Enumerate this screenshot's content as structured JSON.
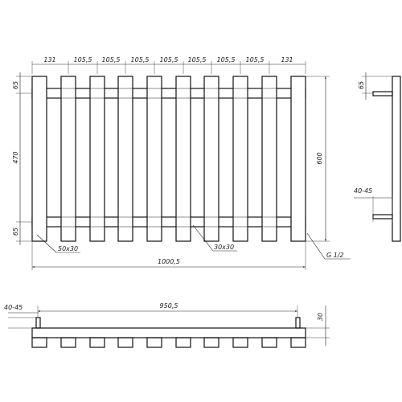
{
  "drawing": {
    "front_view": {
      "top_spacing_dims": [
        "131",
        "105,5",
        "105,5",
        "105,5",
        "105,5",
        "105,5",
        "105,5",
        "105,5",
        "131"
      ],
      "left_dims": {
        "top": "65",
        "middle": "470",
        "bottom": "65"
      },
      "right_dim": "600",
      "overall_width": "1000,5",
      "bar_profile": "50x30",
      "rail_profile": "30x30",
      "thread": "G 1/2"
    },
    "side_view": {
      "top_dim": "65",
      "wall_gap": "40-45"
    },
    "top_view": {
      "wall_gap": "40-45",
      "inlet_spacing": "950,5",
      "depth": "30"
    }
  }
}
